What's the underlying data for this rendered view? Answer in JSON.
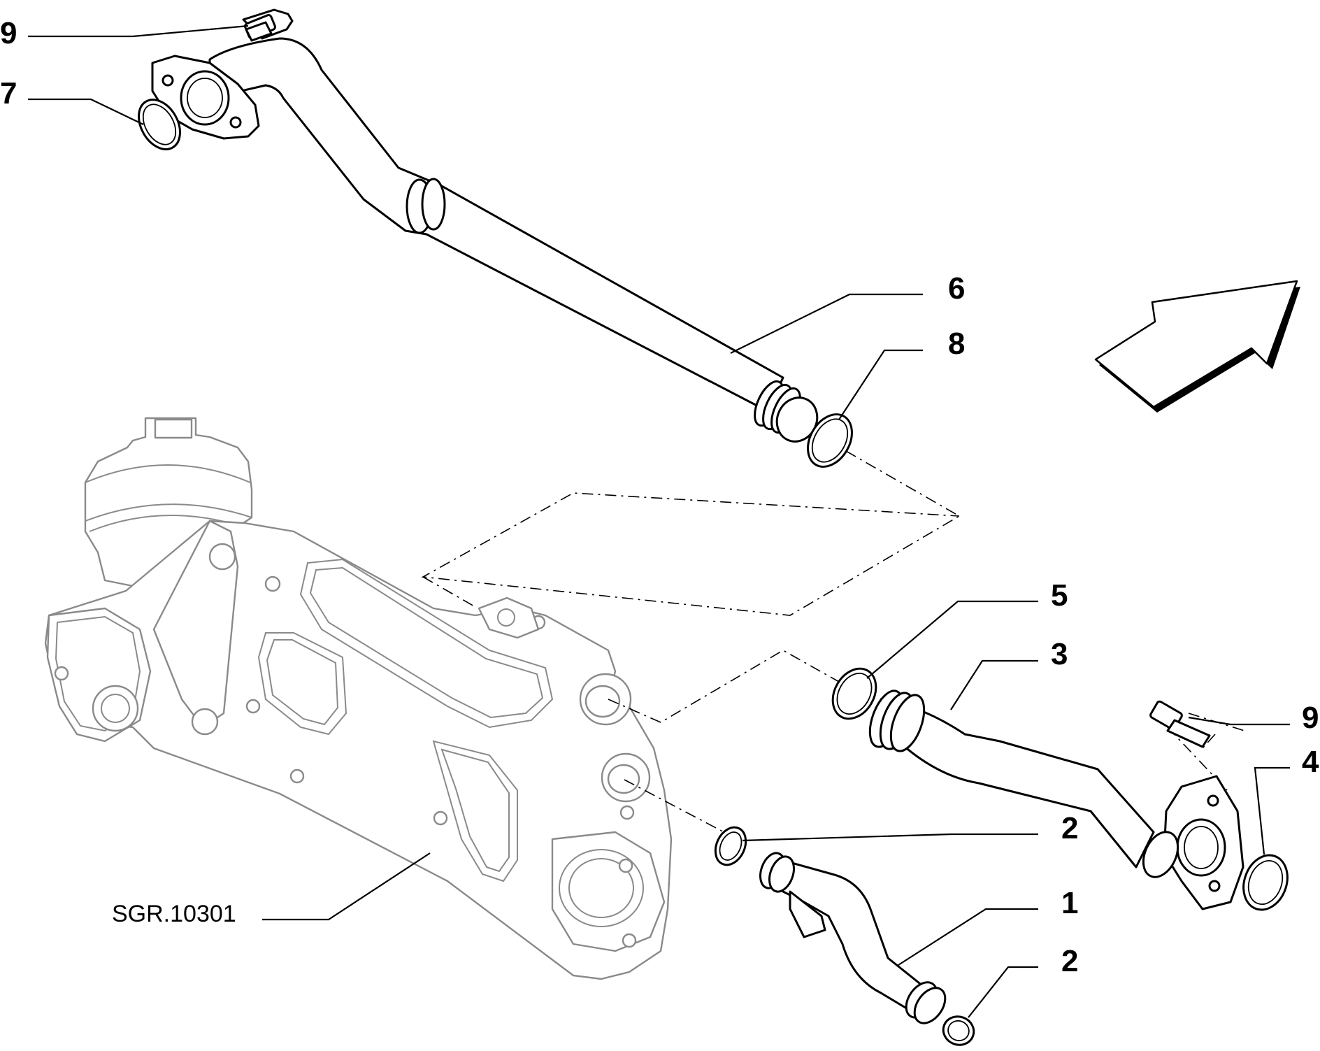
{
  "diagram": {
    "reference_code": "SGR.10301",
    "callouts": [
      {
        "id": "callout-9-top",
        "number": "9"
      },
      {
        "id": "callout-7",
        "number": "7"
      },
      {
        "id": "callout-6",
        "number": "6"
      },
      {
        "id": "callout-8",
        "number": "8"
      },
      {
        "id": "callout-5",
        "number": "5"
      },
      {
        "id": "callout-3",
        "number": "3"
      },
      {
        "id": "callout-9-right",
        "number": "9"
      },
      {
        "id": "callout-4",
        "number": "4"
      },
      {
        "id": "callout-2-upper",
        "number": "2"
      },
      {
        "id": "callout-1",
        "number": "1"
      },
      {
        "id": "callout-2-lower",
        "number": "2"
      }
    ],
    "direction_arrow_icon": "direction-arrow-icon"
  }
}
